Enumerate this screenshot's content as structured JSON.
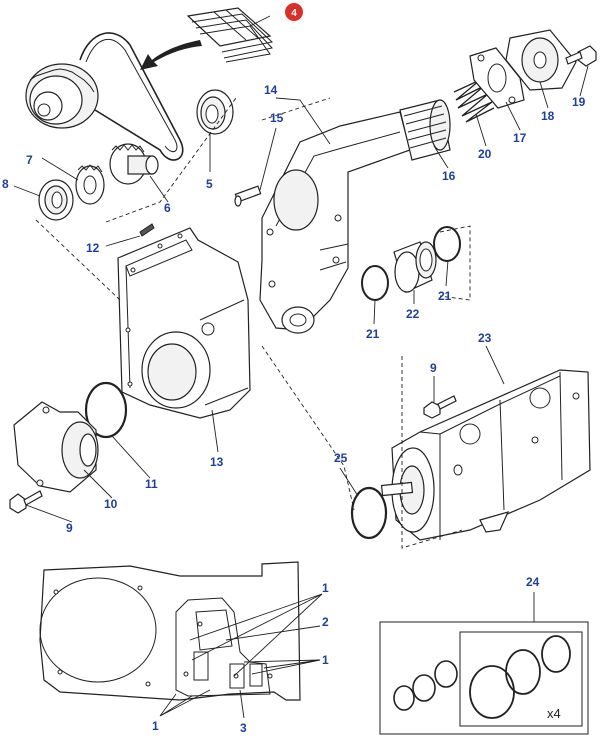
{
  "callouts": {
    "n1": "1",
    "n2": "2",
    "n3": "3",
    "n4": "4",
    "n5": "5",
    "n6": "6",
    "n7": "7",
    "n8": "8",
    "n9": "9",
    "n10": "10",
    "n11": "11",
    "n12": "12",
    "n13": "13",
    "n14": "14",
    "n15": "15",
    "n16": "16",
    "n17": "17",
    "n18": "18",
    "n19": "19",
    "n20": "20",
    "n21": "21",
    "n22": "22",
    "n23": "23",
    "n24": "24",
    "n25": "25"
  },
  "badge": {
    "label": "4",
    "color": "#d9302b"
  },
  "seal_kit": {
    "quantity": "x4"
  },
  "colors": {
    "callout": "#1f3f9a",
    "line": "#222222"
  }
}
